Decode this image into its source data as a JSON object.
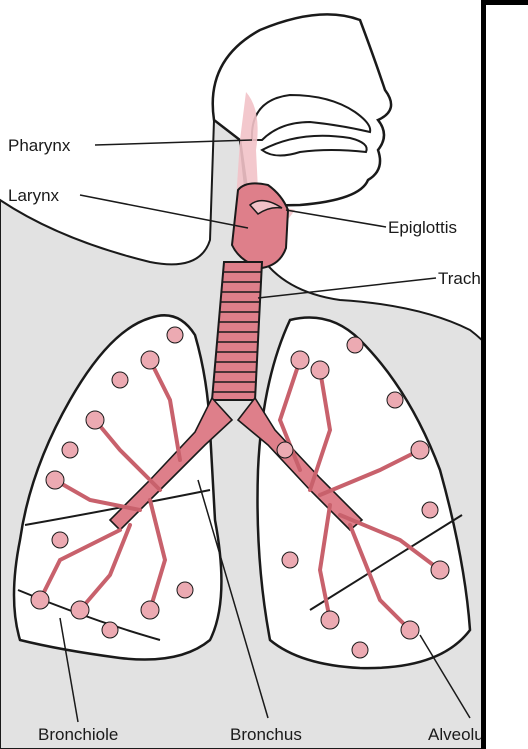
{
  "diagram": {
    "labels": {
      "pharynx": "Pharynx",
      "larynx": "Larynx",
      "epiglottis": "Epiglottis",
      "trachea": "Trachea",
      "bronchiole": "Bronchiole",
      "bronchus": "Bronchus",
      "alveolus": "Alveolus"
    }
  },
  "colors": {
    "body_fill": "#e2e2e2",
    "airway_pink": "#de7f8a",
    "airway_light": "#f2c2c8",
    "lung_fill": "#ffffff",
    "outline": "#1a1a1a",
    "occluder_border": "#000000"
  }
}
